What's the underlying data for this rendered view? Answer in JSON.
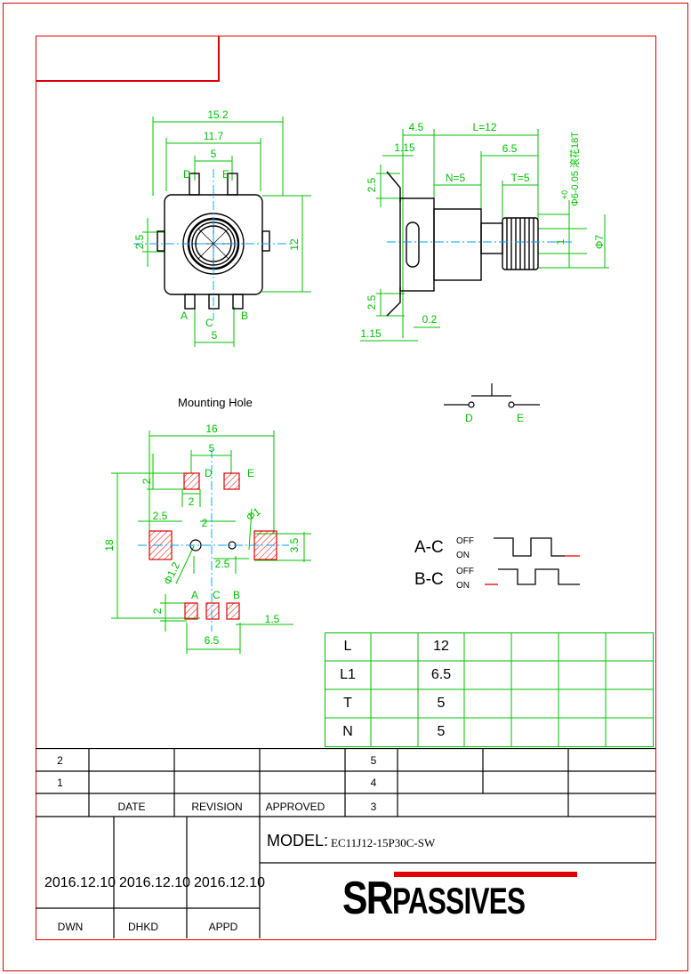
{
  "colors": {
    "frame": "#e00000",
    "dim": "#00c000",
    "center": "#00a0ff",
    "hatch": "#e00000",
    "table": "#00c000",
    "ink": "#000000"
  },
  "front_view": {
    "dims": {
      "w1": "15.2",
      "w2": "11.7",
      "w3": "5",
      "h": "12",
      "pin": "2.5",
      "bottom": "5"
    },
    "pins_top": [
      "D",
      "E"
    ],
    "pins_bottom": [
      "A",
      "C",
      "B"
    ]
  },
  "side_view": {
    "dims": {
      "a": "4.5",
      "l": "L=12",
      "b": "1.15",
      "c": "6.5",
      "n": "N=5",
      "t": "T=5",
      "d": "2.5",
      "e": "2.5",
      "f": "0.2",
      "g": "1.15",
      "one": "1",
      "phi7": "Φ7"
    },
    "shaft_note": "Φ6-0.05 滚花18T",
    "shaft_tol": "+0"
  },
  "switch_symbol": {
    "left": "D",
    "right": "E"
  },
  "mounting_hole": {
    "title": "Mounting Hole",
    "dims": {
      "w": "16",
      "p": "5",
      "h": "18",
      "t2": "2",
      "m2": "2",
      "a25": "2.5",
      "mid2": "2",
      "phi1": "Φ1",
      "b35": "3.5",
      "b25": "2.5",
      "phi12": "Φ1.2",
      "bot2": "2",
      "r15": "1.5",
      "b65": "6.5"
    },
    "labels_top": [
      "D",
      "E"
    ],
    "labels_bottom": [
      "A",
      "C",
      "B"
    ]
  },
  "timing": {
    "rows": [
      {
        "name": "A-C",
        "off": "OFF",
        "on": "ON"
      },
      {
        "name": "B-C",
        "off": "OFF",
        "on": "ON"
      }
    ]
  },
  "param_table": {
    "rows": [
      [
        "L",
        "12"
      ],
      [
        "L1",
        "6.5"
      ],
      [
        "T",
        "5"
      ],
      [
        "N",
        "5"
      ]
    ]
  },
  "title_block": {
    "revisions": [
      [
        "2",
        "5"
      ],
      [
        "1",
        "4"
      ]
    ],
    "headers": [
      "DATE",
      "REVISION",
      "APPROVED",
      "3"
    ],
    "model_label": "MODEL:",
    "model_value": "EC11J12-15P30C-SW",
    "dates": [
      "2016.12.10",
      "2016.12.10",
      "2016.12.10"
    ],
    "roles": [
      "DWN",
      "DHKD",
      "APPD"
    ],
    "brand_a": "SR",
    "brand_b": "PASSIVES"
  }
}
